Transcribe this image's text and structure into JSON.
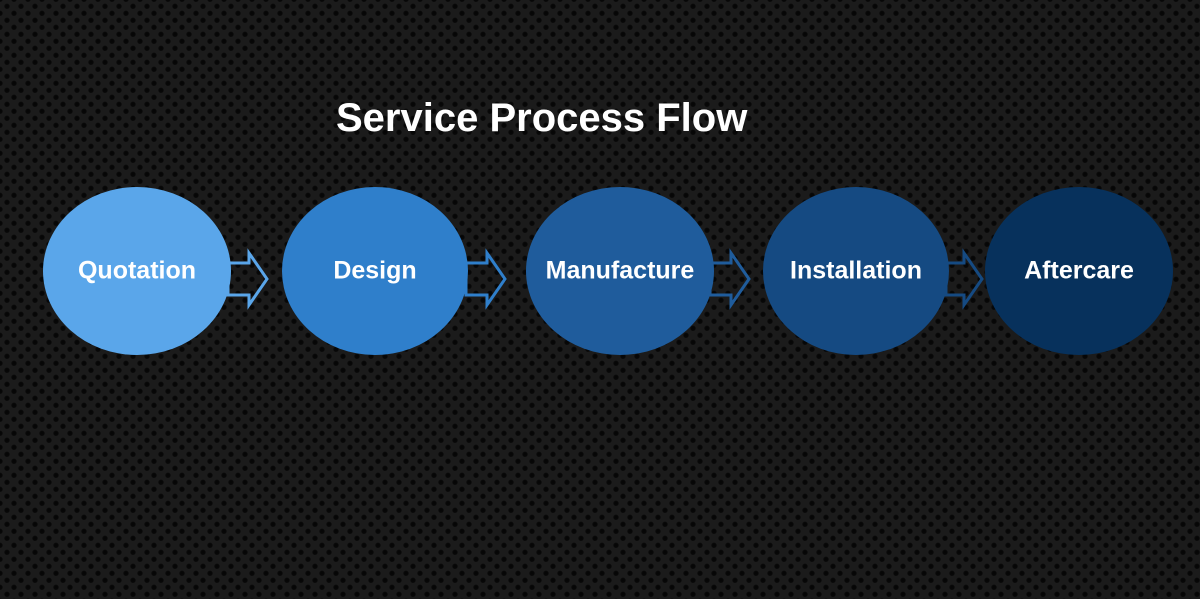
{
  "title": "Service Process Flow",
  "steps": [
    {
      "label": "Quotation",
      "color": "#5aa6ea"
    },
    {
      "label": "Design",
      "color": "#2f7fcb"
    },
    {
      "label": "Manufacture",
      "color": "#1f5c9c"
    },
    {
      "label": "Installation",
      "color": "#154a82"
    },
    {
      "label": "Aftercare",
      "color": "#07315c"
    }
  ],
  "arrow_colors": [
    "#5aa6ea",
    "#2f7fcb",
    "#1f5c9c",
    "#154a82"
  ],
  "background_color": "#1b1b1b"
}
